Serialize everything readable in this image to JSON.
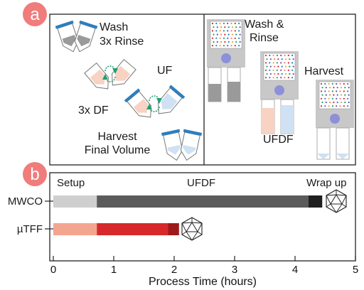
{
  "panel_a": {
    "badge": "a",
    "left_steps": {
      "wash_line1": "Wash",
      "wash_line2": "3x Rinse",
      "uf": "UF",
      "df": "3x DF",
      "harvest_line1": "Harvest",
      "harvest_line2": "Final Volume"
    },
    "right_steps": {
      "wash_line1": "Wash &",
      "wash_line2": "Rinse",
      "ufdf": "UFDF",
      "harvest": "Harvest"
    }
  },
  "panel_b": {
    "badge": "b",
    "phase_labels": {
      "setup": "Setup",
      "ufdf": "UFDF",
      "wrapup": "Wrap up"
    },
    "rows": [
      {
        "label": "MWCO",
        "segments": [
          {
            "phase": "setup",
            "start": 0.0,
            "end": 0.72,
            "color": "#cfcfcf"
          },
          {
            "phase": "ufdf",
            "start": 0.72,
            "end": 4.22,
            "color": "#5b5b5b"
          },
          {
            "phase": "wrapup",
            "start": 4.22,
            "end": 4.45,
            "color": "#1f1f1f"
          }
        ]
      },
      {
        "label": "µTFF",
        "segments": [
          {
            "phase": "setup",
            "start": 0.0,
            "end": 0.72,
            "color": "#f4a58f"
          },
          {
            "phase": "ufdf",
            "start": 0.72,
            "end": 1.9,
            "color": "#d7292b"
          },
          {
            "phase": "wrapup",
            "start": 1.9,
            "end": 2.08,
            "color": "#9e1a1a"
          }
        ]
      }
    ],
    "x_axis": {
      "label": "Process Time (hours)",
      "ticks": [
        "0",
        "1",
        "2",
        "3",
        "4",
        "5"
      ],
      "range": [
        0,
        5
      ]
    }
  },
  "colors": {
    "badge": "#f07c7c",
    "cap": "#2a7fc0",
    "recirc": "#1fa070",
    "bead": "#8c90d8",
    "sample_pink": "#f8d2c2",
    "sample_blue": "#cfe1f3",
    "retentate_grey": "#9a9a9a"
  }
}
